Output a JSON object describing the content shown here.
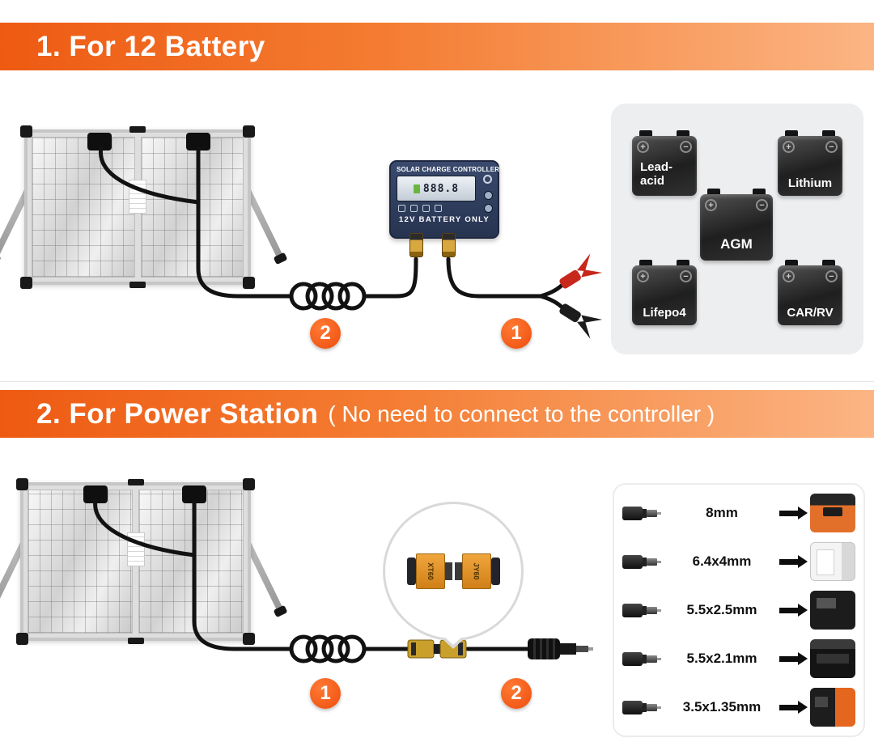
{
  "polarity": {
    "plus": "+",
    "minus": "−"
  },
  "colors": {
    "accent_orange": "#ee5a12",
    "badge_orange": "#ee4d0e",
    "connector_gold": "#d8a740"
  },
  "section1": {
    "banner_title": "1. For 12 Battery",
    "step_labels": {
      "coil": "2",
      "clip": "1"
    },
    "controller": {
      "title": "SOLAR CHARGE CONTROLLER",
      "lcd": "888.8",
      "bottom_label": "12V BATTERY ONLY"
    },
    "battery_types": [
      {
        "label": "Lead-acid"
      },
      {
        "label": "Lithium"
      },
      {
        "label": "AGM"
      },
      {
        "label": "Lifepo4"
      },
      {
        "label": "CAR/RV"
      }
    ]
  },
  "section2": {
    "banner_title": "2. For Power Station",
    "banner_subtitle": "( No need to connect to the controller )",
    "step_labels": {
      "panel_side": "1",
      "plug_side": "2"
    },
    "magnifier": {
      "left_connector": "XT60",
      "right_connector": "JY60"
    },
    "adapters": [
      {
        "size": "8mm",
        "device": "power-station-orange"
      },
      {
        "size": "6.4x4mm",
        "device": "power-bank-white"
      },
      {
        "size": "5.5x2.5mm",
        "device": "power-station-black"
      },
      {
        "size": "5.5x2.1mm",
        "device": "power-station-dark"
      },
      {
        "size": "3.5x1.35mm",
        "device": "power-station-orange-black"
      }
    ]
  }
}
